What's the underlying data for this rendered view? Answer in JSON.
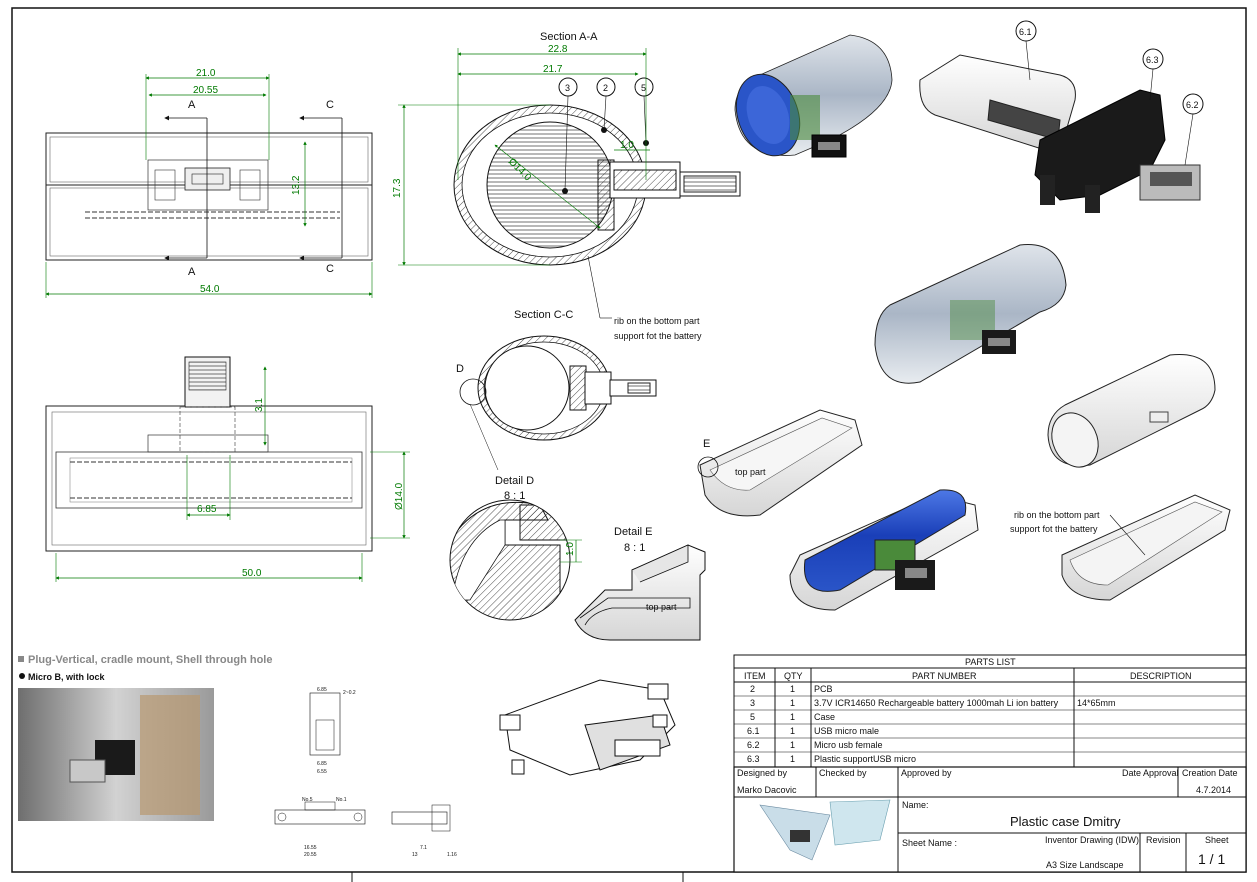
{
  "views": {
    "section_aa": "Section A-A",
    "section_cc": "Section C-C",
    "detail_d_title": "Detail D",
    "detail_d_scale": "8 : 1",
    "detail_e_title": "Detail E",
    "detail_e_scale": "8 : 1",
    "label_a": "A",
    "label_c": "C",
    "label_d": "D",
    "label_e": "E"
  },
  "dimensions": {
    "top_21_0": "21.0",
    "top_20_55": "20.55",
    "top_13_2": "13.2",
    "top_54_0": "54.0",
    "front_50_0": "50.0",
    "front_6_85": "6.85",
    "front_3_1": "3.1",
    "front_d14": "Ø14.0",
    "aa_22_8": "22.8",
    "aa_21_7": "21.7",
    "aa_17_3": "17.3",
    "aa_1_0": "1.0",
    "aa_d14": "Ø14.0",
    "detail_1_0": "1.0"
  },
  "balloons": {
    "b3": "3",
    "b2": "2",
    "b5": "5",
    "b61": "6.1",
    "b63": "6.3",
    "b62": "6.2"
  },
  "annotations": {
    "rib_line1": "rib on the bottom part",
    "rib_line2": "support fot the battery",
    "top_part": "top part"
  },
  "reference": {
    "title": "Plug-Vertical, cradle mount, Shell through hole",
    "subtitle": "Micro B, with lock",
    "d_6_85": "6.85",
    "d_2_02": "2~0.2",
    "d_6_55": "6.55",
    "d_16_55": "16.55",
    "d_20_55": "20.55",
    "d_13": "13",
    "d_1_16": "1.16",
    "d_7_1": "7.1",
    "d_no5": "No.5",
    "d_no1": "No.1"
  },
  "parts_list": {
    "title": "PARTS LIST",
    "headers": [
      "ITEM",
      "QTY",
      "PART NUMBER",
      "DESCRIPTION"
    ],
    "rows": [
      {
        "item": "2",
        "qty": "1",
        "part": "PCB",
        "desc": ""
      },
      {
        "item": "3",
        "qty": "1",
        "part": "3.7V ICR14650 Rechargeable battery 1000mah Li ion battery",
        "desc": "14*65mm"
      },
      {
        "item": "5",
        "qty": "1",
        "part": "Case",
        "desc": ""
      },
      {
        "item": "6.1",
        "qty": "1",
        "part": "USB micro male",
        "desc": ""
      },
      {
        "item": "6.2",
        "qty": "1",
        "part": "Micro usb female",
        "desc": ""
      },
      {
        "item": "6.3",
        "qty": "1",
        "part": "Plastic supportUSB micro",
        "desc": ""
      }
    ]
  },
  "title_block": {
    "designed_by_label": "Designed by",
    "designed_by": "Marko Dacovic",
    "checked_by_label": "Checked by",
    "approved_by_label": "Approved by",
    "date_approval_label": "Date Approval",
    "creation_date_label": "Creation Date",
    "creation_date": "4.7.2014",
    "name_label": "Name:",
    "name": "Plastic case Dmitry",
    "sheet_name_label": "Sheet Name :",
    "sheet_type": "Inventor Drawing (IDW)",
    "sheet_size": "A3 Size Landscape",
    "revision_label": "Revision",
    "sheet_label": "Sheet",
    "sheet_value": "1 / 1"
  },
  "colors": {
    "dimension": "#007a00",
    "battery_blue": "#2a55c8",
    "pcb_green": "#4a8a3a",
    "line": "#111111"
  }
}
